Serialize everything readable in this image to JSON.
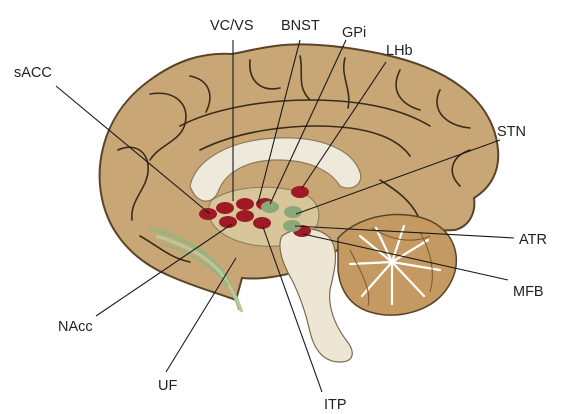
{
  "labels": {
    "vcvs": "VC/VS",
    "bnst": "BNST",
    "gpi": "GPi",
    "lhb": "LHb",
    "sacc": "sACC",
    "stn": "STN",
    "atr": "ATR",
    "mfb": "MFB",
    "nacc": "NAcc",
    "uf": "UF",
    "itp": "ITP"
  },
  "colors": {
    "cortex": "#c9a676",
    "cortex_outline": "#5a4428",
    "ventricle": "#efe9dc",
    "brainstem": "#eee6d5",
    "cerebellum": "#c49962",
    "red_target": "#9e1a24",
    "green_target": "#8aa878",
    "tract": "#9bb37f"
  }
}
